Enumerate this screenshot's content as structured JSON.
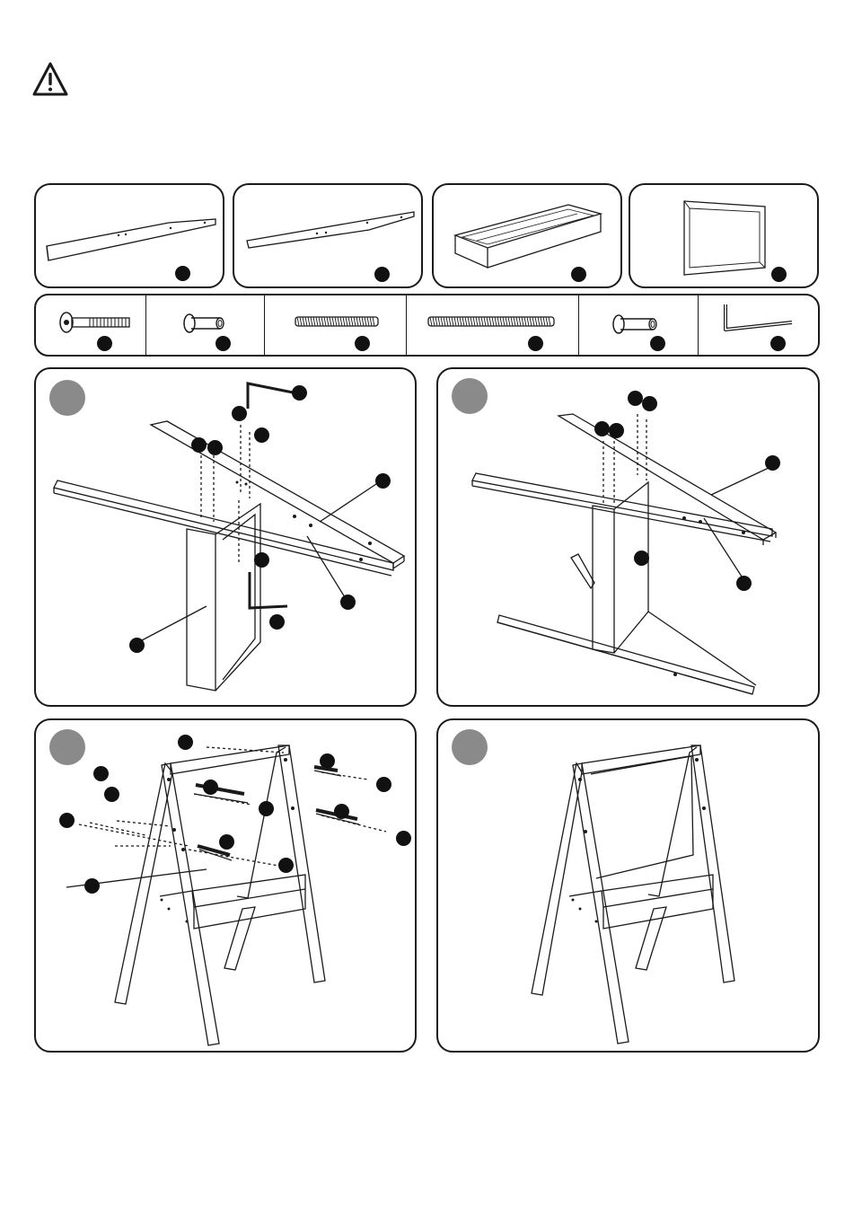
{
  "colors": {
    "line": "#1a1a1a",
    "marker": "#111111",
    "step_badge": "#8a8a8a",
    "background": "#ffffff"
  },
  "icons": {
    "warning": "warning-triangle-icon"
  },
  "parts_panels": [
    {
      "name": "left-leg-board"
    },
    {
      "name": "right-leg-board"
    },
    {
      "name": "tray-frame"
    },
    {
      "name": "board-frame"
    }
  ],
  "hardware": [
    {
      "name": "long-bolt"
    },
    {
      "name": "barrel-nut"
    },
    {
      "name": "short-threaded-rod"
    },
    {
      "name": "long-threaded-rod"
    },
    {
      "name": "small-barrel-nut"
    },
    {
      "name": "allen-key"
    }
  ],
  "steps": [
    {
      "name": "step-1-attach-legs"
    },
    {
      "name": "step-2-attach-rear-legs"
    },
    {
      "name": "step-3-attach-board"
    },
    {
      "name": "step-4-finished-easel"
    }
  ]
}
